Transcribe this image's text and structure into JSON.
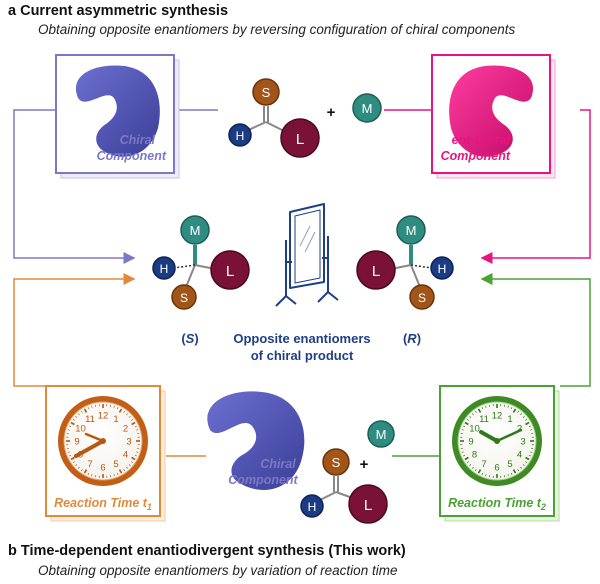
{
  "section_a": {
    "heading": "a Current asymmetric synthesis",
    "subtitle": "Obtaining opposite enantiomers by reversing configuration of chiral components"
  },
  "section_b": {
    "heading": "b Time-dependent enantiodivergent synthesis (This work)",
    "subtitle": "Obtaining opposite enantiomers by variation of reaction time"
  },
  "chiral_component": {
    "line1": "Chiral",
    "line2": "Component"
  },
  "ent_chiral_component": {
    "line1": "ent-Chiral",
    "line2": "Component"
  },
  "atoms": {
    "S": "S",
    "H": "H",
    "L": "L",
    "M": "M"
  },
  "plus": "+",
  "product": {
    "s_label": "S",
    "r_label": "R",
    "line1": "Opposite enantiomers",
    "line2": "of chiral product"
  },
  "reaction_time_1": {
    "label": "Reaction Time t",
    "subscript": "1"
  },
  "reaction_time_2": {
    "label": "Reaction Time t",
    "subscript": "2"
  },
  "clock_numbers": [
    "12",
    "1",
    "2",
    "3",
    "4",
    "5",
    "6",
    "7",
    "8",
    "9",
    "10",
    "11"
  ],
  "colors": {
    "purple": "#7b78c8",
    "magenta": "#e8157f",
    "orange": "#e28a3c",
    "green": "#4aa233",
    "navy": "#1e3f86",
    "atom_S": "#a25518",
    "atom_H": "#1b3c82",
    "atom_L": "#7a1238",
    "atom_M": "#2f8c80"
  }
}
